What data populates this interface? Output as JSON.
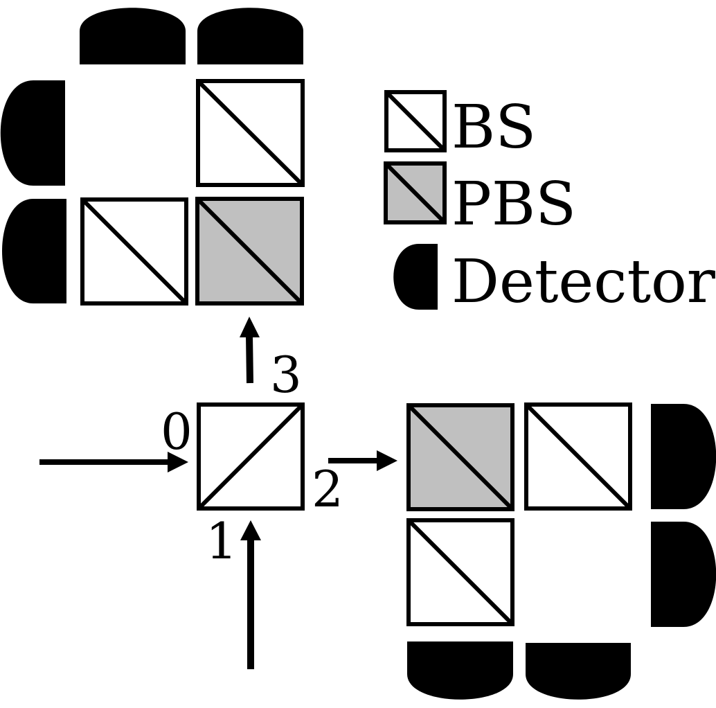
{
  "colors": {
    "stroke": "#000000",
    "bs_fill": "#ffffff",
    "pbs_fill": "#c0c0c0",
    "detector_fill": "#000000",
    "background": "#ffffff"
  },
  "legend": {
    "items": [
      {
        "key": "bs",
        "label": "BS",
        "icon": "beam-splitter-icon"
      },
      {
        "key": "pbs",
        "label": "PBS",
        "icon": "polarizing-beam-splitter-icon"
      },
      {
        "key": "detector",
        "label": "Detector",
        "icon": "detector-icon"
      }
    ]
  },
  "central_splitter": {
    "type": "BS",
    "diagonal": "bottom-left-to-top-right",
    "ports": [
      {
        "id": "0",
        "label": "0",
        "role": "input",
        "direction": "right"
      },
      {
        "id": "1",
        "label": "1",
        "role": "input",
        "direction": "up"
      },
      {
        "id": "2",
        "label": "2",
        "role": "output",
        "direction": "right"
      },
      {
        "id": "3",
        "label": "3",
        "role": "output",
        "direction": "up"
      }
    ]
  },
  "top_left_module": {
    "splitters": [
      {
        "type": "BS",
        "position": "top-right"
      },
      {
        "type": "BS",
        "position": "bottom-left"
      },
      {
        "type": "PBS",
        "position": "bottom-right"
      }
    ],
    "detectors": [
      {
        "orientation": "top",
        "position": "top-col-1"
      },
      {
        "orientation": "top",
        "position": "top-col-2"
      },
      {
        "orientation": "left",
        "position": "left-row-1"
      },
      {
        "orientation": "left",
        "position": "left-row-2"
      }
    ]
  },
  "bottom_right_module": {
    "splitters": [
      {
        "type": "PBS",
        "position": "top-left"
      },
      {
        "type": "BS",
        "position": "top-right"
      },
      {
        "type": "BS",
        "position": "bottom-left"
      }
    ],
    "detectors": [
      {
        "orientation": "right",
        "position": "right-row-1"
      },
      {
        "orientation": "right",
        "position": "right-row-2"
      },
      {
        "orientation": "bottom",
        "position": "bottom-col-1"
      },
      {
        "orientation": "bottom",
        "position": "bottom-col-2"
      }
    ]
  }
}
